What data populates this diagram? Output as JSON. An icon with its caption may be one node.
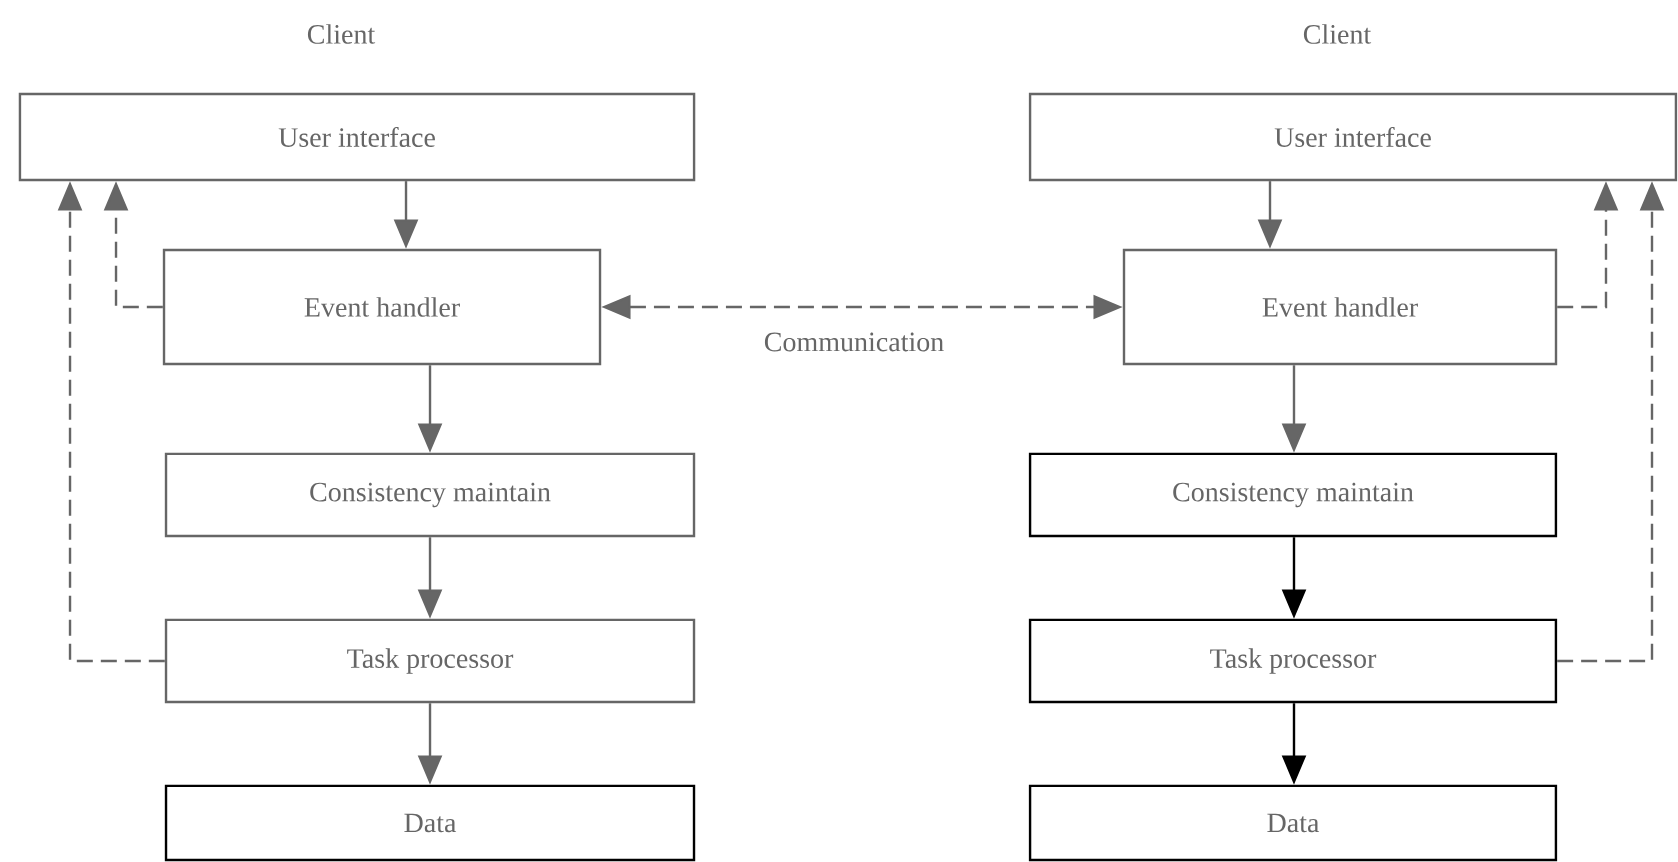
{
  "diagram": {
    "nodes": [
      {
        "text": [
          "Client",
          "User interface"
        ]
      },
      {
        "text": [
          "Event handler"
        ]
      },
      {
        "text": [
          "Consistency maintain"
        ]
      },
      {
        "text": [
          "Task processor"
        ]
      },
      {
        "text": [
          "Data"
        ]
      },
      {
        "text": [
          "Client",
          "User interface"
        ]
      },
      {
        "text": [
          "Event handler"
        ]
      },
      {
        "text": [
          "Consistency maintain"
        ]
      },
      {
        "text": [
          "Task processor"
        ]
      },
      {
        "text": [
          "Data"
        ]
      }
    ],
    "edges": [
      {
        "from": 0,
        "to": 1,
        "arrow": "to"
      },
      {
        "from": 1,
        "to": 2,
        "arrow": "to"
      },
      {
        "from": 2,
        "to": 3,
        "arrow": "to"
      },
      {
        "from": 3,
        "to": 4,
        "arrow": "to"
      },
      {
        "from": 1,
        "to": 0,
        "arrow": "to",
        "style": "dashed"
      },
      {
        "from": 3,
        "to": 0,
        "arrow": "to",
        "style": "dashed"
      },
      {
        "from": 1,
        "to": 6,
        "arrow": "both",
        "style": "dashed",
        "label": "Communication"
      },
      {
        "from": 5,
        "to": 6,
        "arrow": "to"
      },
      {
        "from": 6,
        "to": 7,
        "arrow": "to"
      },
      {
        "from": 7,
        "to": 8,
        "arrow": "to",
        "color": "#000000"
      },
      {
        "from": 8,
        "to": 9,
        "arrow": "to",
        "color": "#000000"
      },
      {
        "from": 6,
        "to": 5,
        "arrow": "to",
        "style": "dashed"
      },
      {
        "from": 8,
        "to": 5,
        "arrow": "to",
        "style": "dashed"
      }
    ]
  }
}
